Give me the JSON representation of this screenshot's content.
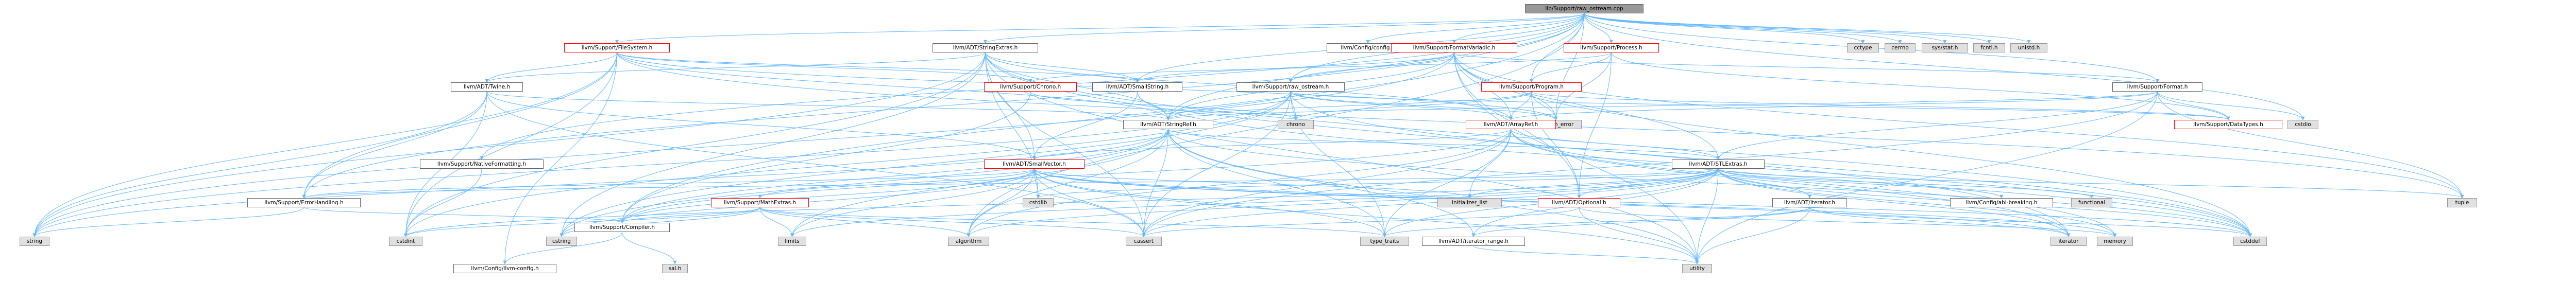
{
  "graph": {
    "nodes": [
      {
        "id": "root",
        "label": "lib/Support/raw_ostream.cpp",
        "kind": "main"
      },
      {
        "id": "filesystem",
        "label": "llvm/Support/FileSystem.h",
        "kind": "red"
      },
      {
        "id": "stringextras",
        "label": "llvm/ADT/StringExtras.h",
        "kind": "plain"
      },
      {
        "id": "configh",
        "label": "llvm/Config/config.h",
        "kind": "plain"
      },
      {
        "id": "formatvariadic",
        "label": "llvm/Support/FormatVariadic.h",
        "kind": "red"
      },
      {
        "id": "process",
        "label": "llvm/Support/Process.h",
        "kind": "red"
      },
      {
        "id": "cctype",
        "label": "cctype",
        "kind": "ext"
      },
      {
        "id": "cerrno",
        "label": "cerrno",
        "kind": "ext"
      },
      {
        "id": "sysstat",
        "label": "sys/stat.h",
        "kind": "ext"
      },
      {
        "id": "fcntl",
        "label": "fcntl.h",
        "kind": "ext"
      },
      {
        "id": "unistd",
        "label": "unistd.h",
        "kind": "ext"
      },
      {
        "id": "twine",
        "label": "llvm/ADT/Twine.h",
        "kind": "plain"
      },
      {
        "id": "chronoh",
        "label": "llvm/Support/Chrono.h",
        "kind": "red"
      },
      {
        "id": "smallstring",
        "label": "llvm/ADT/SmallString.h",
        "kind": "plain"
      },
      {
        "id": "rawostreamh",
        "label": "llvm/Support/raw_ostream.h",
        "kind": "plain"
      },
      {
        "id": "program",
        "label": "llvm/Support/Program.h",
        "kind": "red"
      },
      {
        "id": "formath",
        "label": "llvm/Support/Format.h",
        "kind": "plain"
      },
      {
        "id": "chrono",
        "label": "chrono",
        "kind": "ext"
      },
      {
        "id": "system_error",
        "label": "system_error",
        "kind": "ext"
      },
      {
        "id": "arrayref",
        "label": "llvm/ADT/ArrayRef.h",
        "kind": "red"
      },
      {
        "id": "datatypes",
        "label": "llvm/Support/DataTypes.h",
        "kind": "red"
      },
      {
        "id": "cstdio",
        "label": "cstdio",
        "kind": "ext"
      },
      {
        "id": "stringref",
        "label": "llvm/ADT/StringRef.h",
        "kind": "plain"
      },
      {
        "id": "nativeformatting",
        "label": "llvm/Support/NativeFormatting.h",
        "kind": "plain"
      },
      {
        "id": "smallvector",
        "label": "llvm/ADT/SmallVector.h",
        "kind": "red"
      },
      {
        "id": "stlextras",
        "label": "llvm/ADT/STLExtras.h",
        "kind": "plain"
      },
      {
        "id": "errorhandling",
        "label": "llvm/Support/ErrorHandling.h",
        "kind": "plain"
      },
      {
        "id": "mathextras",
        "label": "llvm/Support/MathExtras.h",
        "kind": "red"
      },
      {
        "id": "cstdlib",
        "label": "cstdlib",
        "kind": "ext"
      },
      {
        "id": "initializer_list",
        "label": "initializer_list",
        "kind": "ext"
      },
      {
        "id": "optional",
        "label": "llvm/ADT/Optional.h",
        "kind": "red"
      },
      {
        "id": "adtiterator",
        "label": "llvm/ADT/iterator.h",
        "kind": "plain"
      },
      {
        "id": "abibreaking",
        "label": "llvm/Config/abi-breaking.h",
        "kind": "plain"
      },
      {
        "id": "functional",
        "label": "functional",
        "kind": "ext"
      },
      {
        "id": "tuple",
        "label": "tuple",
        "kind": "ext"
      },
      {
        "id": "string",
        "label": "string",
        "kind": "ext"
      },
      {
        "id": "cstdint",
        "label": "cstdint",
        "kind": "ext"
      },
      {
        "id": "compiler",
        "label": "llvm/Support/Compiler.h",
        "kind": "plain"
      },
      {
        "id": "cstring",
        "label": "cstring",
        "kind": "ext"
      },
      {
        "id": "limits",
        "label": "limits",
        "kind": "ext"
      },
      {
        "id": "algorithm",
        "label": "algorithm",
        "kind": "ext"
      },
      {
        "id": "cassert",
        "label": "cassert",
        "kind": "ext"
      },
      {
        "id": "type_traits",
        "label": "type_traits",
        "kind": "ext"
      },
      {
        "id": "iterator_range",
        "label": "llvm/ADT/iterator_range.h",
        "kind": "plain"
      },
      {
        "id": "iterator",
        "label": "iterator",
        "kind": "ext"
      },
      {
        "id": "memory",
        "label": "memory",
        "kind": "ext"
      },
      {
        "id": "cstddef",
        "label": "cstddef",
        "kind": "ext"
      },
      {
        "id": "llvmconfig",
        "label": "llvm/Config/llvm-config.h",
        "kind": "plain"
      },
      {
        "id": "utility",
        "label": "utility",
        "kind": "ext"
      },
      {
        "id": "sal",
        "label": "sal.h",
        "kind": "ext"
      }
    ],
    "edges": [
      [
        "root",
        "filesystem"
      ],
      [
        "root",
        "stringextras"
      ],
      [
        "root",
        "configh"
      ],
      [
        "root",
        "formatvariadic"
      ],
      [
        "root",
        "process"
      ],
      [
        "root",
        "cctype"
      ],
      [
        "root",
        "cerrno"
      ],
      [
        "root",
        "sysstat"
      ],
      [
        "root",
        "fcntl"
      ],
      [
        "root",
        "unistd"
      ],
      [
        "root",
        "rawostreamh"
      ],
      [
        "root",
        "formath"
      ],
      [
        "root",
        "errorhandling"
      ],
      [
        "root",
        "compiler"
      ],
      [
        "root",
        "nativeformatting"
      ],
      [
        "root",
        "stringref"
      ],
      [
        "root",
        "smallstring"
      ],
      [
        "root",
        "program"
      ],
      [
        "root",
        "system_error"
      ],
      [
        "root",
        "algorithm"
      ],
      [
        "root",
        "cstdio"
      ],
      [
        "filesystem",
        "twine"
      ],
      [
        "filesystem",
        "chronoh"
      ],
      [
        "filesystem",
        "smallstring"
      ],
      [
        "filesystem",
        "stringref"
      ],
      [
        "filesystem",
        "errorhandling"
      ],
      [
        "filesystem",
        "string"
      ],
      [
        "filesystem",
        "system_error"
      ],
      [
        "filesystem",
        "tuple"
      ],
      [
        "filesystem",
        "llvmconfig"
      ],
      [
        "filesystem",
        "cstdint"
      ],
      [
        "stringextras",
        "arrayref"
      ],
      [
        "stringextras",
        "smallstring"
      ],
      [
        "stringextras",
        "stringref"
      ],
      [
        "stringextras",
        "twine"
      ],
      [
        "stringextras",
        "cassert"
      ],
      [
        "stringextras",
        "cstddef"
      ],
      [
        "stringextras",
        "cstdint"
      ],
      [
        "stringextras",
        "cstdlib"
      ],
      [
        "stringextras",
        "cstring"
      ],
      [
        "stringextras",
        "iterator"
      ],
      [
        "stringextras",
        "string"
      ],
      [
        "stringextras",
        "utility"
      ],
      [
        "stringextras",
        "smallvector"
      ],
      [
        "formatvariadic",
        "arrayref"
      ],
      [
        "formatvariadic",
        "optional"
      ],
      [
        "formatvariadic",
        "stlextras"
      ],
      [
        "formatvariadic",
        "smallstring"
      ],
      [
        "formatvariadic",
        "stringref"
      ],
      [
        "formatvariadic",
        "rawostreamh"
      ],
      [
        "formatvariadic",
        "formath"
      ],
      [
        "formatvariadic",
        "cstddef"
      ],
      [
        "formatvariadic",
        "string"
      ],
      [
        "formatvariadic",
        "tuple"
      ],
      [
        "formatvariadic",
        "utility"
      ],
      [
        "formatvariadic",
        "system_error"
      ],
      [
        "process",
        "optional"
      ],
      [
        "process",
        "chronoh"
      ],
      [
        "process",
        "datatypes"
      ],
      [
        "process",
        "program"
      ],
      [
        "process",
        "system_error"
      ],
      [
        "twine",
        "smallvector"
      ],
      [
        "twine",
        "stringref"
      ],
      [
        "twine",
        "errorhandling"
      ],
      [
        "twine",
        "cassert"
      ],
      [
        "twine",
        "cstdint"
      ],
      [
        "twine",
        "string"
      ],
      [
        "chronoh",
        "compiler"
      ],
      [
        "chronoh",
        "chrono"
      ],
      [
        "chronoh",
        "ctime"
      ],
      [
        "smallstring",
        "smallvector"
      ],
      [
        "smallstring",
        "stringref"
      ],
      [
        "smallstring",
        "cstddef"
      ],
      [
        "rawostreamh",
        "stringref"
      ],
      [
        "rawostreamh",
        "datatypes"
      ],
      [
        "rawostreamh",
        "cassert"
      ],
      [
        "rawostreamh",
        "chrono"
      ],
      [
        "rawostreamh",
        "cstddef"
      ],
      [
        "rawostreamh",
        "cstdint"
      ],
      [
        "rawostreamh",
        "cstring"
      ],
      [
        "rawostreamh",
        "string"
      ],
      [
        "rawostreamh",
        "type_traits"
      ],
      [
        "rawostreamh",
        "system_error"
      ],
      [
        "rawostreamh",
        "arrayref"
      ],
      [
        "program",
        "arrayref"
      ],
      [
        "program",
        "stringref"
      ],
      [
        "program",
        "optional"
      ],
      [
        "program",
        "chrono"
      ],
      [
        "program",
        "system_error"
      ],
      [
        "program",
        "datatypes"
      ],
      [
        "formath",
        "arrayref"
      ],
      [
        "formath",
        "stlextras"
      ],
      [
        "formath",
        "stringref"
      ],
      [
        "formath",
        "datatypes"
      ],
      [
        "formath",
        "cassert"
      ],
      [
        "formath",
        "cstdio"
      ],
      [
        "formath",
        "tuple"
      ],
      [
        "formath",
        "utility"
      ],
      [
        "arrayref",
        "hashing"
      ],
      [
        "arrayref",
        "smallvector"
      ],
      [
        "arrayref",
        "stlextras"
      ],
      [
        "arrayref",
        "compiler"
      ],
      [
        "arrayref",
        "algorithm"
      ],
      [
        "arrayref",
        "array"
      ],
      [
        "arrayref",
        "cassert"
      ],
      [
        "arrayref",
        "cstddef"
      ],
      [
        "arrayref",
        "initializer_list"
      ],
      [
        "arrayref",
        "iterator"
      ],
      [
        "arrayref",
        "memory"
      ],
      [
        "arrayref",
        "type_traits"
      ],
      [
        "arrayref",
        "vector"
      ],
      [
        "stringref",
        "stlextras"
      ],
      [
        "stringref",
        "iterator_range"
      ],
      [
        "stringref",
        "compiler"
      ],
      [
        "stringref",
        "algorithm"
      ],
      [
        "stringref",
        "cassert"
      ],
      [
        "stringref",
        "cstddef"
      ],
      [
        "stringref",
        "cstring"
      ],
      [
        "stringref",
        "limits"
      ],
      [
        "stringref",
        "string"
      ],
      [
        "stringref",
        "type_traits"
      ],
      [
        "stringref",
        "utility"
      ],
      [
        "nativeformatting",
        "cstdint"
      ],
      [
        "smallvector",
        "compiler"
      ],
      [
        "smallvector",
        "errorhandling"
      ],
      [
        "smallvector",
        "mathextras"
      ],
      [
        "smallvector",
        "algorithm"
      ],
      [
        "smallvector",
        "cassert"
      ],
      [
        "smallvector",
        "cstddef"
      ],
      [
        "smallvector",
        "cstdlib"
      ],
      [
        "smallvector",
        "cstring"
      ],
      [
        "smallvector",
        "initializer_list"
      ],
      [
        "smallvector",
        "iterator"
      ],
      [
        "smallvector",
        "limits"
      ],
      [
        "smallvector",
        "memory"
      ],
      [
        "smallvector",
        "new"
      ],
      [
        "smallvector",
        "type_traits"
      ],
      [
        "smallvector",
        "utility"
      ],
      [
        "stlextras",
        "optional"
      ],
      [
        "stlextras",
        "adtiterator"
      ],
      [
        "stlextras",
        "iterator_range"
      ],
      [
        "stlextras",
        "abibreaking"
      ],
      [
        "stlextras",
        "errorhandling"
      ],
      [
        "stlextras",
        "algorithm"
      ],
      [
        "stlextras",
        "cassert"
      ],
      [
        "stlextras",
        "cstddef"
      ],
      [
        "stlextras",
        "cstdint"
      ],
      [
        "stlextras",
        "cstdlib"
      ],
      [
        "stlextras",
        "functional"
      ],
      [
        "stlextras",
        "initializer_list"
      ],
      [
        "stlextras",
        "iterator"
      ],
      [
        "stlextras",
        "limits"
      ],
      [
        "stlextras",
        "memory"
      ],
      [
        "stlextras",
        "tuple"
      ],
      [
        "stlextras",
        "type_traits"
      ],
      [
        "stlextras",
        "utility"
      ],
      [
        "errorhandling",
        "compiler"
      ],
      [
        "errorhandling",
        "string"
      ],
      [
        "mathextras",
        "compiler"
      ],
      [
        "mathextras",
        "algorithm"
      ],
      [
        "mathextras",
        "cassert"
      ],
      [
        "mathextras",
        "climits"
      ],
      [
        "mathextras",
        "cmath"
      ],
      [
        "mathextras",
        "cstdint"
      ],
      [
        "mathextras",
        "cstring"
      ],
      [
        "mathextras",
        "limits"
      ],
      [
        "mathextras",
        "type_traits"
      ],
      [
        "optional",
        "cassert"
      ],
      [
        "optional",
        "memory"
      ],
      [
        "optional",
        "new"
      ],
      [
        "optional",
        "utility"
      ],
      [
        "adtiterator",
        "iterator_range"
      ],
      [
        "adtiterator",
        "cstddef"
      ],
      [
        "adtiterator",
        "iterator"
      ],
      [
        "adtiterator",
        "type_traits"
      ],
      [
        "adtiterator",
        "utility"
      ],
      [
        "iterator_range",
        "utility"
      ],
      [
        "compiler",
        "llvmconfig"
      ],
      [
        "compiler",
        "sal"
      ]
    ]
  }
}
